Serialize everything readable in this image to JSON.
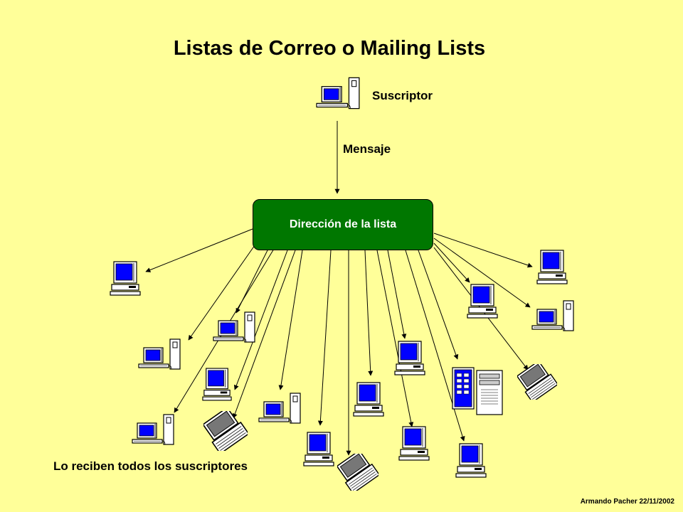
{
  "title": "Listas de Correo o Mailing Lists",
  "sender": {
    "label": "Suscriptor"
  },
  "message_label": "Mensaje",
  "list_node": {
    "label": "Dirección de la lista",
    "fill": "#007700"
  },
  "footer_text": "Lo reciben todos los suscriptores",
  "credit": "Armando Pacher 22/11/2002",
  "colors": {
    "background": "#FFFF99",
    "screen": "#0000FF",
    "computer_case": "#FFFFFF",
    "outline": "#000000"
  },
  "recipient_count": 18
}
